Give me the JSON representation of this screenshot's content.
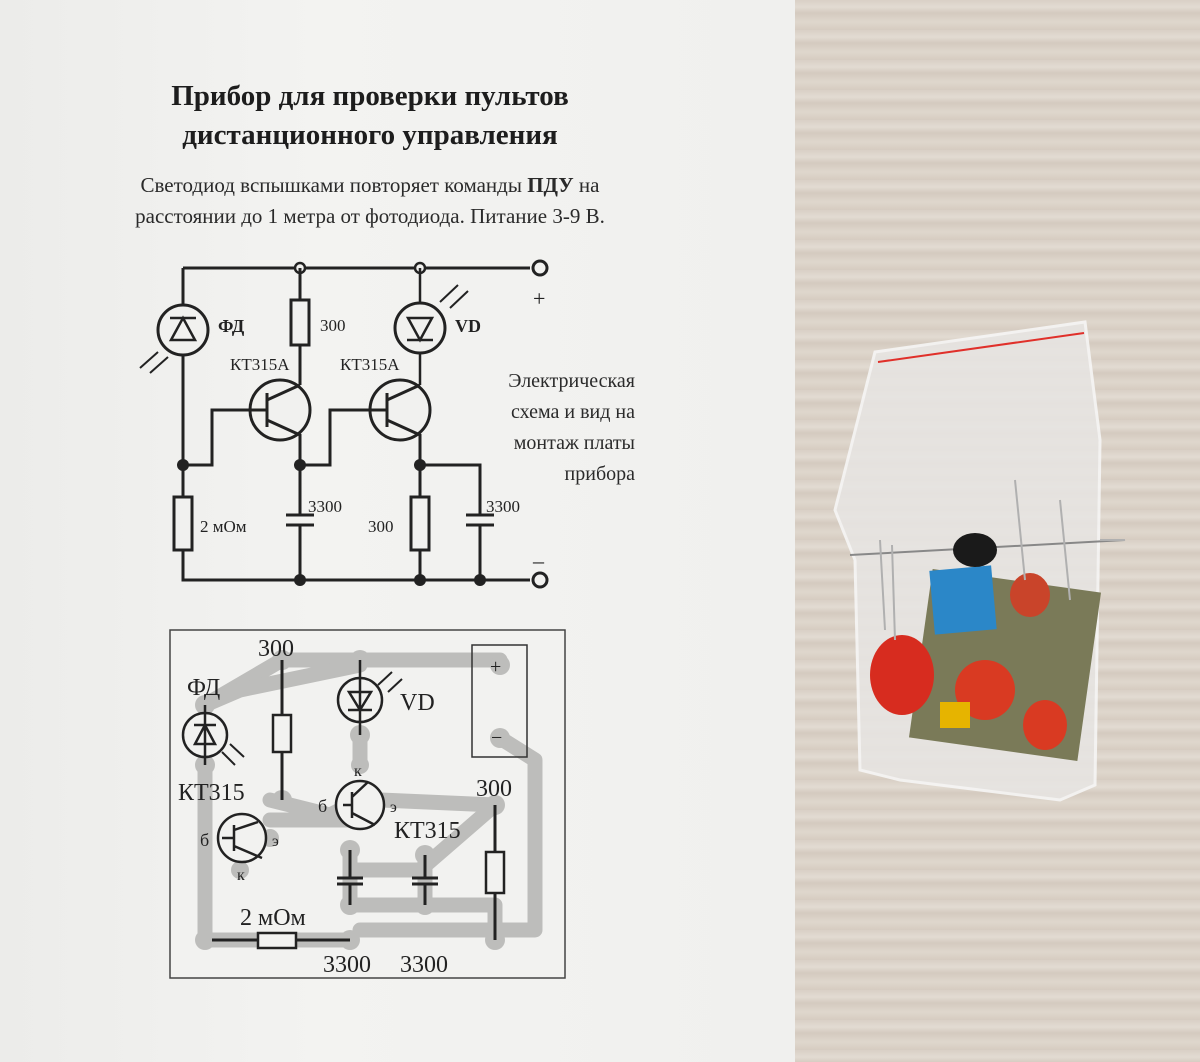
{
  "document": {
    "title_line1": "Прибор для проверки пультов",
    "title_line2": "дистанционного управления",
    "desc_line1_a": "Светодиод вспышками повторяет команды ",
    "desc_line1_b": "ПДУ",
    "desc_line1_c": " на",
    "desc_line2": "расстоянии до 1 метра от фотодиода. Питание 3-9 В.",
    "caption": [
      "Электрическая",
      "схема и вид на",
      "монтаж  платы",
      "прибора"
    ]
  },
  "schematic": {
    "photodiode": "ФД",
    "led": "VD",
    "transistor1": "КТ315А",
    "transistor2": "КТ315А",
    "r_collector": "300",
    "r_base": "2 мОм",
    "r_emitter": "300",
    "c1": "3300",
    "c2": "3300",
    "plus": "+",
    "minus": "–"
  },
  "pcb": {
    "photodiode": "ФД",
    "led": "VD",
    "transistor1": "КТ315",
    "transistor2": "КТ315",
    "r1": "300",
    "r2": "300",
    "r3": "2 мОм",
    "c1": "3300",
    "c2": "3300",
    "pin_b": "б",
    "pin_e": "э",
    "pin_k": "к",
    "plus": "+",
    "minus": "−"
  },
  "colors": {
    "ink": "#222222",
    "trace": "#b9b9b7",
    "wood": "#dad1c7",
    "bag_stripe": "#e0302a"
  }
}
